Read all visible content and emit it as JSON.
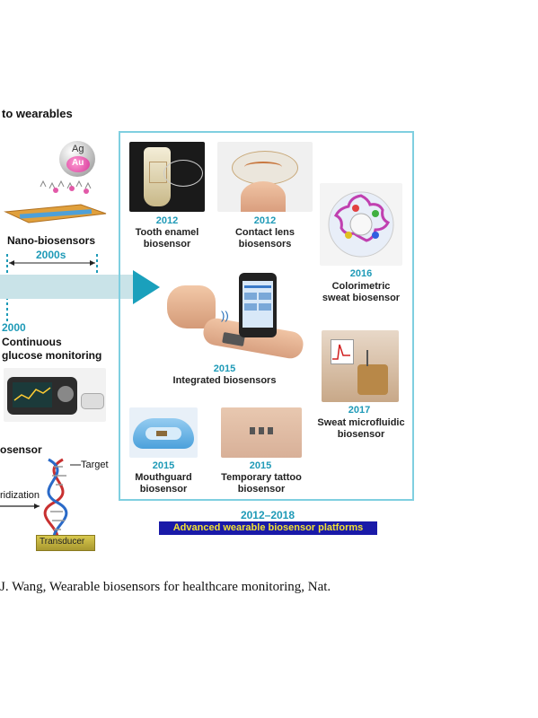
{
  "section_title": "to wearables",
  "left_panel": {
    "nano": {
      "ag": "Ag",
      "au": "Au",
      "label": "Nano-biosensors",
      "era": "2000s"
    },
    "cgm": {
      "year": "2000",
      "line1": "Continuous",
      "line2": "glucose monitoring"
    },
    "dna": {
      "partial_label": "osensor",
      "target": "Target",
      "hybridization": "ridization",
      "transducer": "Transducer"
    }
  },
  "right_panel": {
    "items": [
      {
        "year": "2012",
        "line1": "Tooth enamel",
        "line2": "biosensor"
      },
      {
        "year": "2012",
        "line1": "Contact lens",
        "line2": "biosensors"
      },
      {
        "year": "2016",
        "line1": "Colorimetric",
        "line2": "sweat biosensor"
      },
      {
        "year": "2015",
        "line1": "Integrated biosensors",
        "line2": ""
      },
      {
        "year": "2017",
        "line1": "Sweat microfluidic",
        "line2": "biosensor"
      },
      {
        "year": "2015",
        "line1": "Mouthguard",
        "line2": "biosensor"
      },
      {
        "year": "2015",
        "line1": "Temporary tattoo",
        "line2": "biosensor"
      }
    ],
    "range": "2012–2018",
    "banner": "Advanced wearable biosensor platforms"
  },
  "citation": "J. Wang, Wearable biosensors for healthcare monitoring, Nat.",
  "colors": {
    "accent": "#1e9ab7",
    "banner_bg": "#1a1aa8",
    "banner_text": "#f2e233",
    "frame": "#7fcfe0"
  }
}
